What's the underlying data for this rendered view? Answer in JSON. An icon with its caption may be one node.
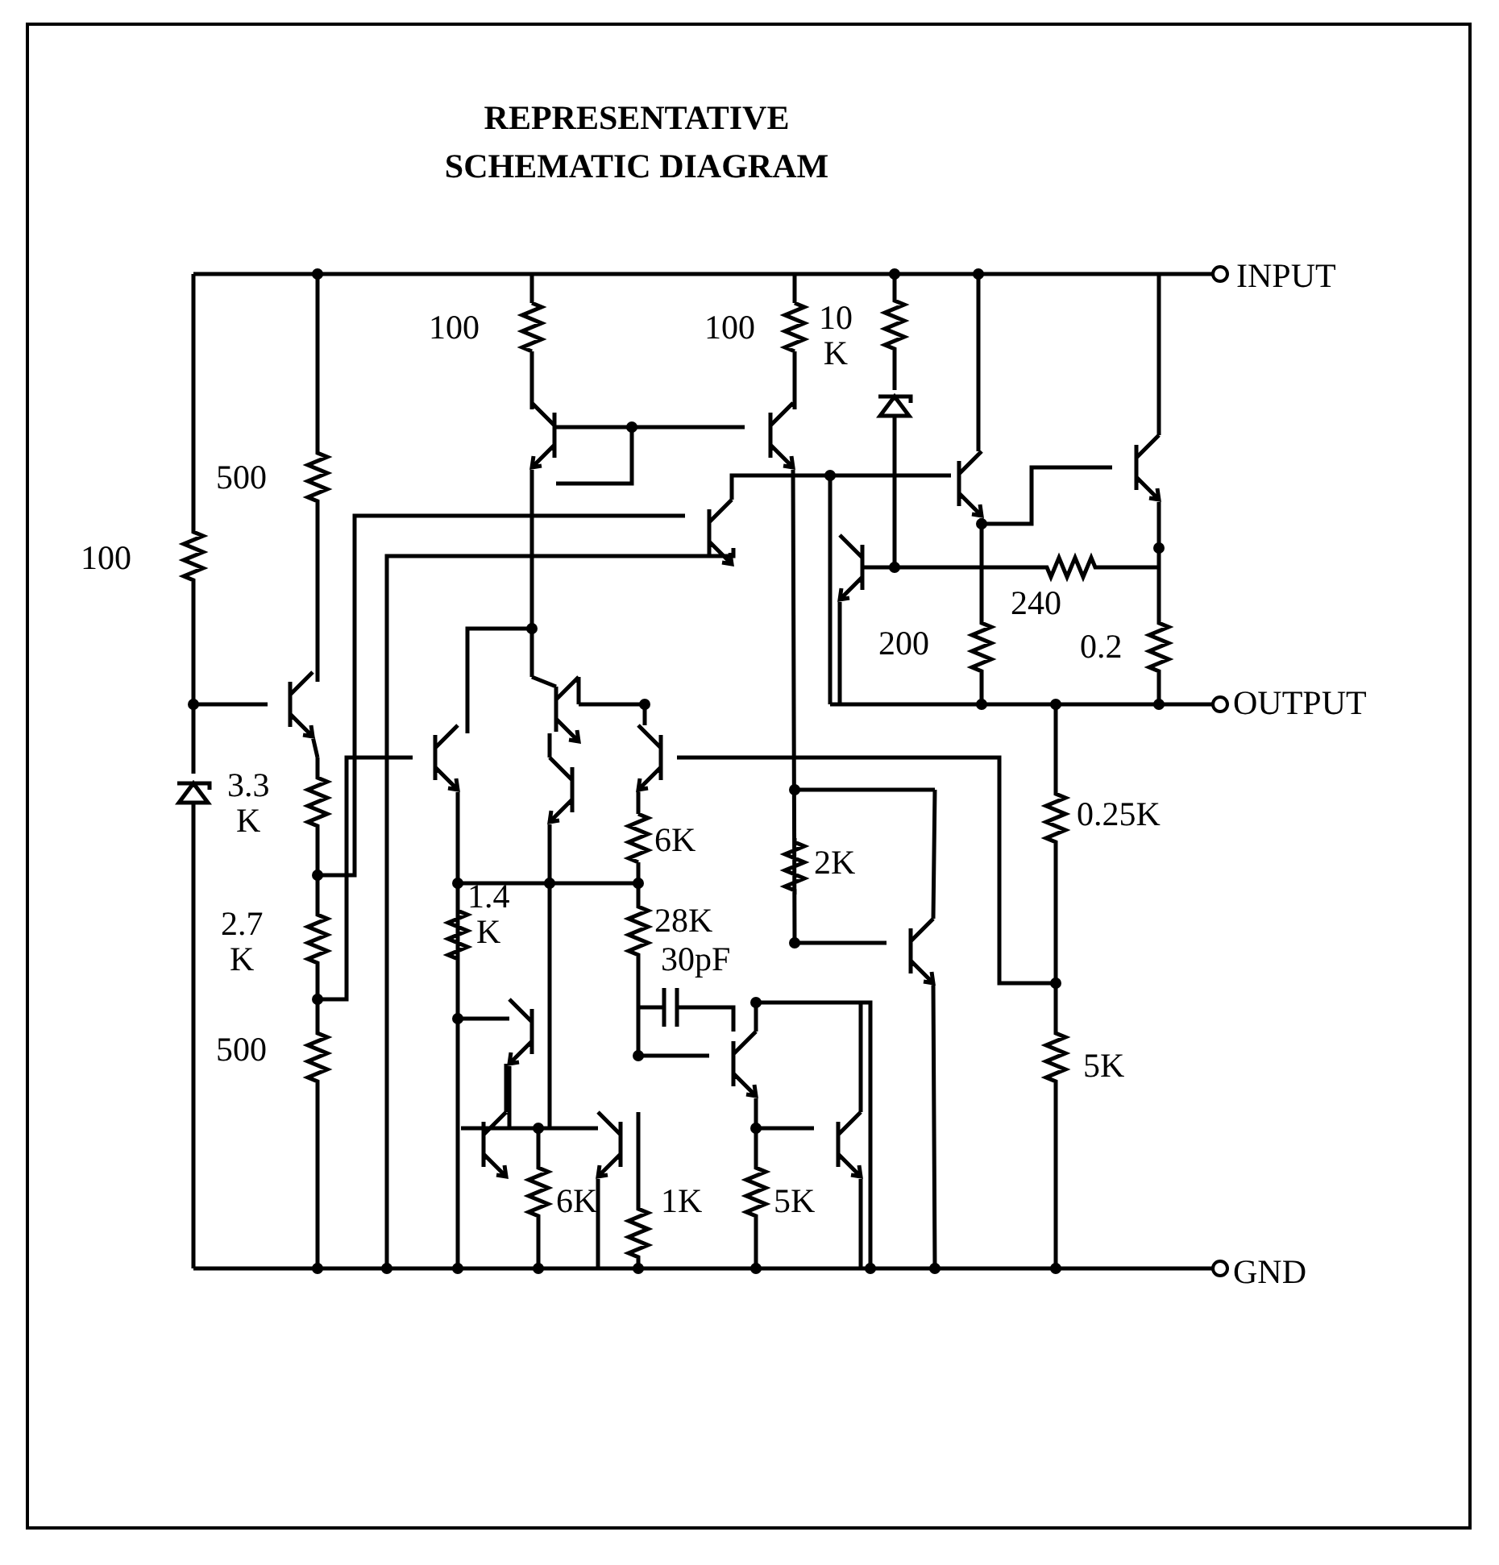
{
  "diagram": {
    "title": "REPRESENTATIVE SCHEMATIC DIAGRAM",
    "labels": [
      "INPUT",
      "100",
      "100",
      "10 K",
      "500",
      "100",
      "240",
      "200",
      "0.2",
      "OUTPUT",
      "3.3 K",
      "0.25K",
      "6K",
      "2K",
      "1.4 K",
      "2.7 K",
      "28K",
      "30pF",
      "500",
      "5K",
      "6K",
      "1K",
      "5K",
      "GND"
    ]
  }
}
